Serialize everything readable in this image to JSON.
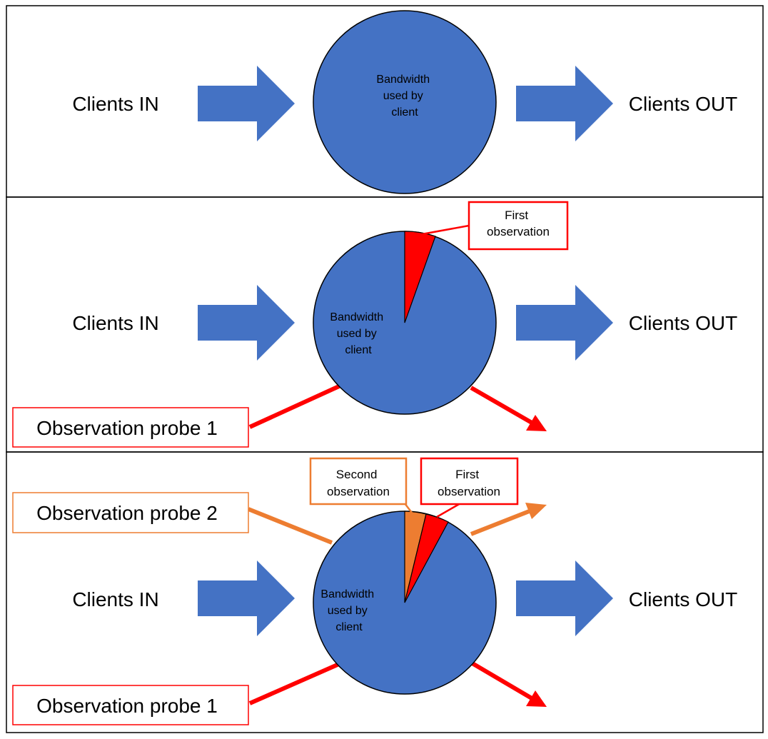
{
  "colors": {
    "blue": "#4472C4",
    "blue_stroke": "#000000",
    "red": "#FF0000",
    "orange": "#ED7D31",
    "frame": "#000000"
  },
  "panel1": {
    "clients_in": "Clients IN",
    "clients_out": "Clients OUT",
    "circle_label": [
      "Bandwidth",
      "used by",
      "client"
    ]
  },
  "panel2": {
    "clients_in": "Clients IN",
    "clients_out": "Clients OUT",
    "circle_label": [
      "Bandwidth",
      "used by",
      "client"
    ],
    "first_observation": [
      "First",
      "observation"
    ],
    "probe1": "Observation probe 1"
  },
  "panel3": {
    "clients_in": "Clients IN",
    "clients_out": "Clients OUT",
    "circle_label": [
      "Bandwidth",
      "used by",
      "client"
    ],
    "first_observation": [
      "First",
      "observation"
    ],
    "second_observation": [
      "Second",
      "observation"
    ],
    "probe1": "Observation probe 1",
    "probe2": "Observation probe 2"
  }
}
